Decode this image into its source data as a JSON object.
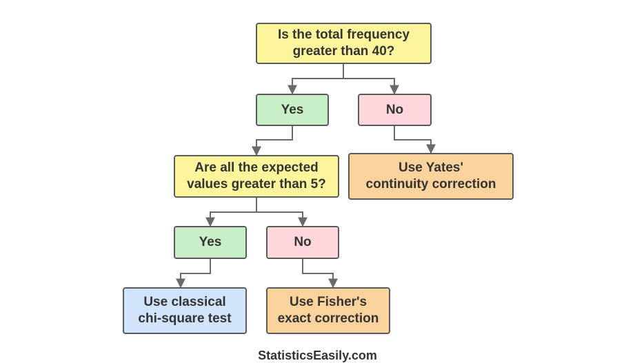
{
  "colors": {
    "question": "#fdf59b",
    "yes": "#c9efc7",
    "no": "#fdd7dc",
    "action_orange": "#fbd39c",
    "action_blue": "#d2e4fb",
    "border": "#5a5a5a",
    "text": "#333333"
  },
  "nodes": {
    "q1": {
      "line1": "Is the total frequency",
      "line2": "greater than 40?"
    },
    "yes1": {
      "label": "Yes"
    },
    "no1": {
      "label": "No"
    },
    "q2": {
      "line1": "Are all the expected",
      "line2": "values greater than 5?"
    },
    "yates": {
      "line1": "Use Yates'",
      "line2": "continuity correction"
    },
    "yes2": {
      "label": "Yes"
    },
    "no2": {
      "label": "No"
    },
    "classical": {
      "line1": "Use classical",
      "line2": "chi-square test"
    },
    "fisher": {
      "line1": "Use Fisher's",
      "line2": "exact correction"
    }
  },
  "footer": {
    "text": "StatisticsEasily.com"
  }
}
